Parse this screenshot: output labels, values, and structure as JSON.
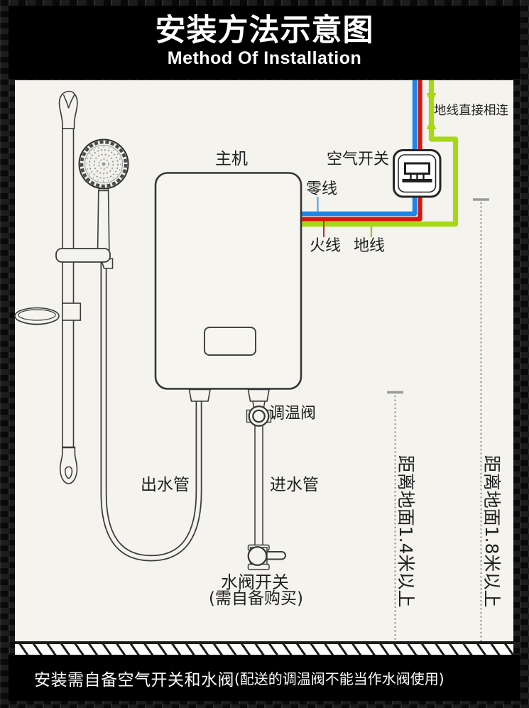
{
  "header": {
    "title_zh": "安装方法示意图",
    "title_en": "Method Of Installation"
  },
  "labels": {
    "main_unit": "主机",
    "air_switch": "空气开关",
    "neutral_wire": "零线",
    "live_wire": "火线",
    "ground_wire": "地线",
    "ground_note": "地线直接相连",
    "temp_valve": "调温阀",
    "outlet_pipe": "出水管",
    "inlet_pipe": "进水管",
    "water_valve": "水阀开关",
    "water_valve_note": "(需自备购买)",
    "height_left": "距离地面1.4米以上",
    "height_right": "距离地面1.8米以上"
  },
  "footer": {
    "warning_main": "安装需自备空气开关和水阀",
    "warning_paren": "(配送的调温阀不能当作水阀使用)"
  },
  "colors": {
    "wire_neutral_blue": "#1d86e8",
    "wire_live_red": "#d8150e",
    "wire_ground_green": "#a6d813",
    "panel_background": "#f4f3ee",
    "header_background": "#000000",
    "text_light": "#ffffff",
    "line_dark": "#3a3a3a"
  }
}
